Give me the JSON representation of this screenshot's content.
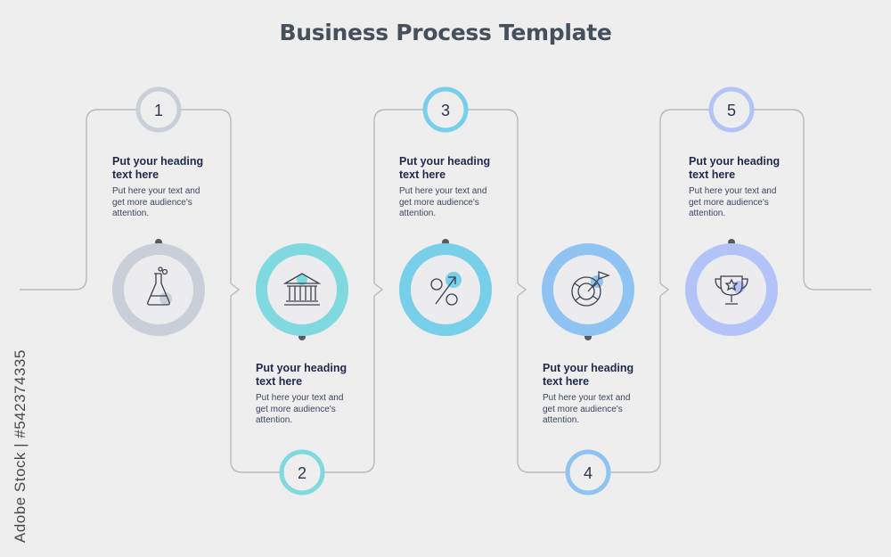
{
  "title": "Business Process Template",
  "steps": [
    {
      "number": "1",
      "heading_line1": "Put your heading",
      "heading_line2": "text here",
      "text_line1": "Put here your text and",
      "text_line2": "get more audience's",
      "text_line3": "attention.",
      "icon": "flask-icon",
      "color": "#c9cfd8"
    },
    {
      "number": "2",
      "heading_line1": "Put your heading",
      "heading_line2": "text here",
      "text_line1": "Put here your text and",
      "text_line2": "get more audience's",
      "text_line3": "attention.",
      "icon": "bank-building-icon",
      "color": "#7fd9df"
    },
    {
      "number": "3",
      "heading_line1": "Put your heading",
      "heading_line2": "text here",
      "text_line1": "Put here your text and",
      "text_line2": "get more audience's",
      "text_line3": "attention.",
      "icon": "percent-growth-icon",
      "color": "#78cfe9"
    },
    {
      "number": "4",
      "heading_line1": "Put your heading",
      "heading_line2": "text here",
      "text_line1": "Put here your text and",
      "text_line2": "get more audience's",
      "text_line3": "attention.",
      "icon": "target-flag-icon",
      "color": "#8ec3f2"
    },
    {
      "number": "5",
      "heading_line1": "Put your heading",
      "heading_line2": "text here",
      "text_line1": "Put here your text and",
      "text_line2": "get more audience's",
      "text_line3": "attention.",
      "icon": "trophy-icon",
      "color": "#b3c3f8"
    }
  ],
  "watermark": "Adobe Stock | #542374335",
  "colors": {
    "background": "#eeeeef",
    "line": "#b6b9bd",
    "heading_text": "#1e2b4d",
    "title_text": "#45505c",
    "inner_circle": "#ececee"
  }
}
